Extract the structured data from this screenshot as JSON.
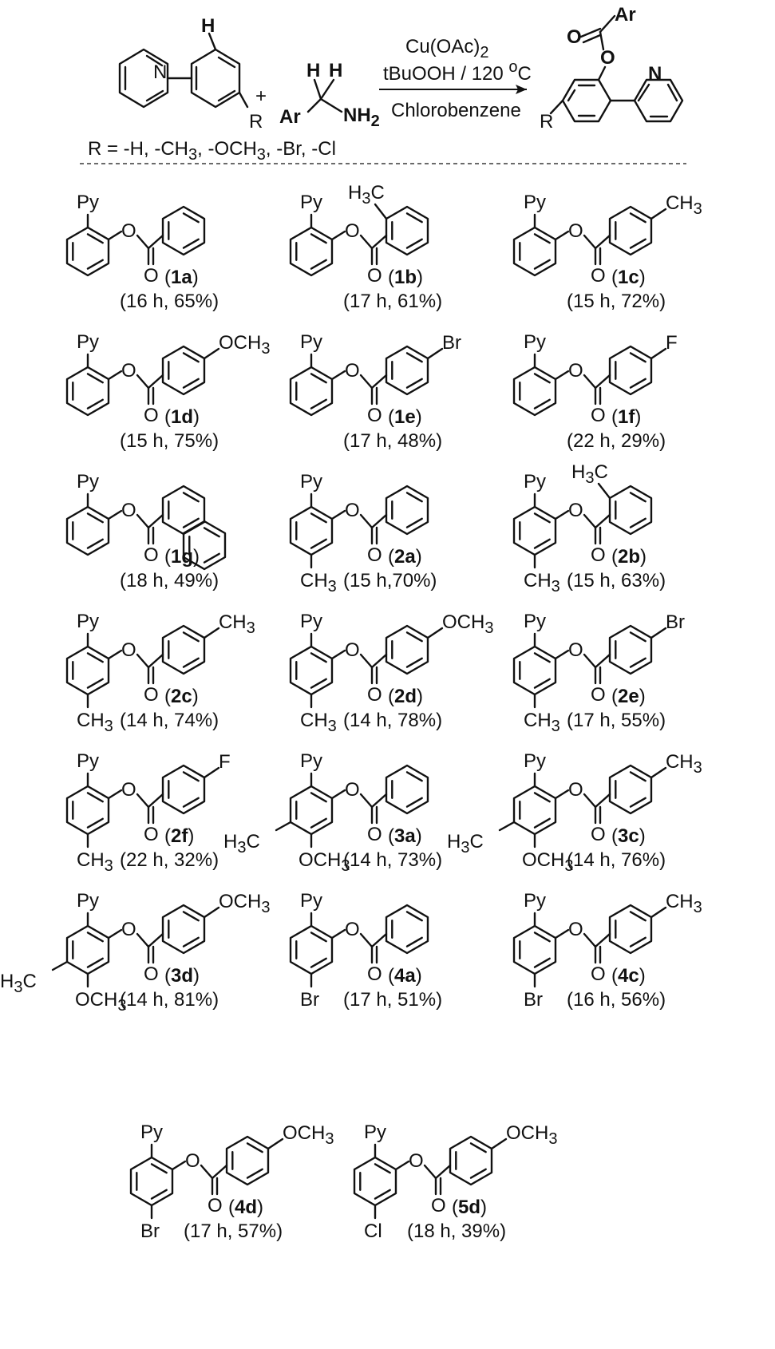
{
  "scheme": {
    "reagent_line1": "Cu(OAc)",
    "reagent_line1_sub": "2",
    "reagent_line2": "tBuOOH / 120 ",
    "reagent_line2_sup": "o",
    "reagent_line2_end": "C",
    "solvent": "Chlorobenzene",
    "plus": "+",
    "r_definition": "R = -H, -CH",
    "r_definition_sub": "3",
    "r_definition_mid": ", -OCH",
    "r_definition_sub2": "3",
    "r_definition_end": ", -Br, -Cl",
    "atoms": {
      "h": "H",
      "n": "N",
      "r": "R",
      "ar": "Ar",
      "nh": "NH",
      "nh_sub": "2",
      "o": "O"
    }
  },
  "products": [
    {
      "id": "1a",
      "conditions": "(16 h, 65%)"
    },
    {
      "id": "1b",
      "conditions": "(17 h, 61%)"
    },
    {
      "id": "1c",
      "conditions": "(15 h, 72%)"
    },
    {
      "id": "1d",
      "conditions": "(15 h, 75%)"
    },
    {
      "id": "1e",
      "conditions": "(17 h, 48%)"
    },
    {
      "id": "1f",
      "conditions": "(22 h, 29%)"
    },
    {
      "id": "1g",
      "conditions": "(18 h, 49%)"
    },
    {
      "id": "2a",
      "conditions": "(15 h,70%)"
    },
    {
      "id": "2b",
      "conditions": "(15 h, 63%)"
    },
    {
      "id": "2c",
      "conditions": "(14 h, 74%)"
    },
    {
      "id": "2d",
      "conditions": "(14 h, 78%)"
    },
    {
      "id": "2e",
      "conditions": "(17 h, 55%)"
    },
    {
      "id": "2f",
      "conditions": "(22 h, 32%)"
    },
    {
      "id": "3a",
      "conditions": "(14 h, 73%)"
    },
    {
      "id": "3c",
      "conditions": "(14 h, 76%)"
    },
    {
      "id": "3d",
      "conditions": "(14 h, 81%)"
    },
    {
      "id": "4a",
      "conditions": "(17 h, 51%)"
    },
    {
      "id": "4c",
      "conditions": "(16 h, 56%)"
    },
    {
      "id": "4d",
      "conditions": "(17 h, 57%)"
    },
    {
      "id": "5d",
      "conditions": "(18 h, 39%)"
    }
  ],
  "substituent_labels": {
    "py": "Py",
    "o": "O",
    "ch3": "CH",
    "ch3_sub": "3",
    "h3c": "H",
    "h3c_sub": "3",
    "h3c_end": "C",
    "och3": "OCH",
    "och3_sub": "3",
    "br": "Br",
    "f": "F",
    "cl": "Cl"
  }
}
